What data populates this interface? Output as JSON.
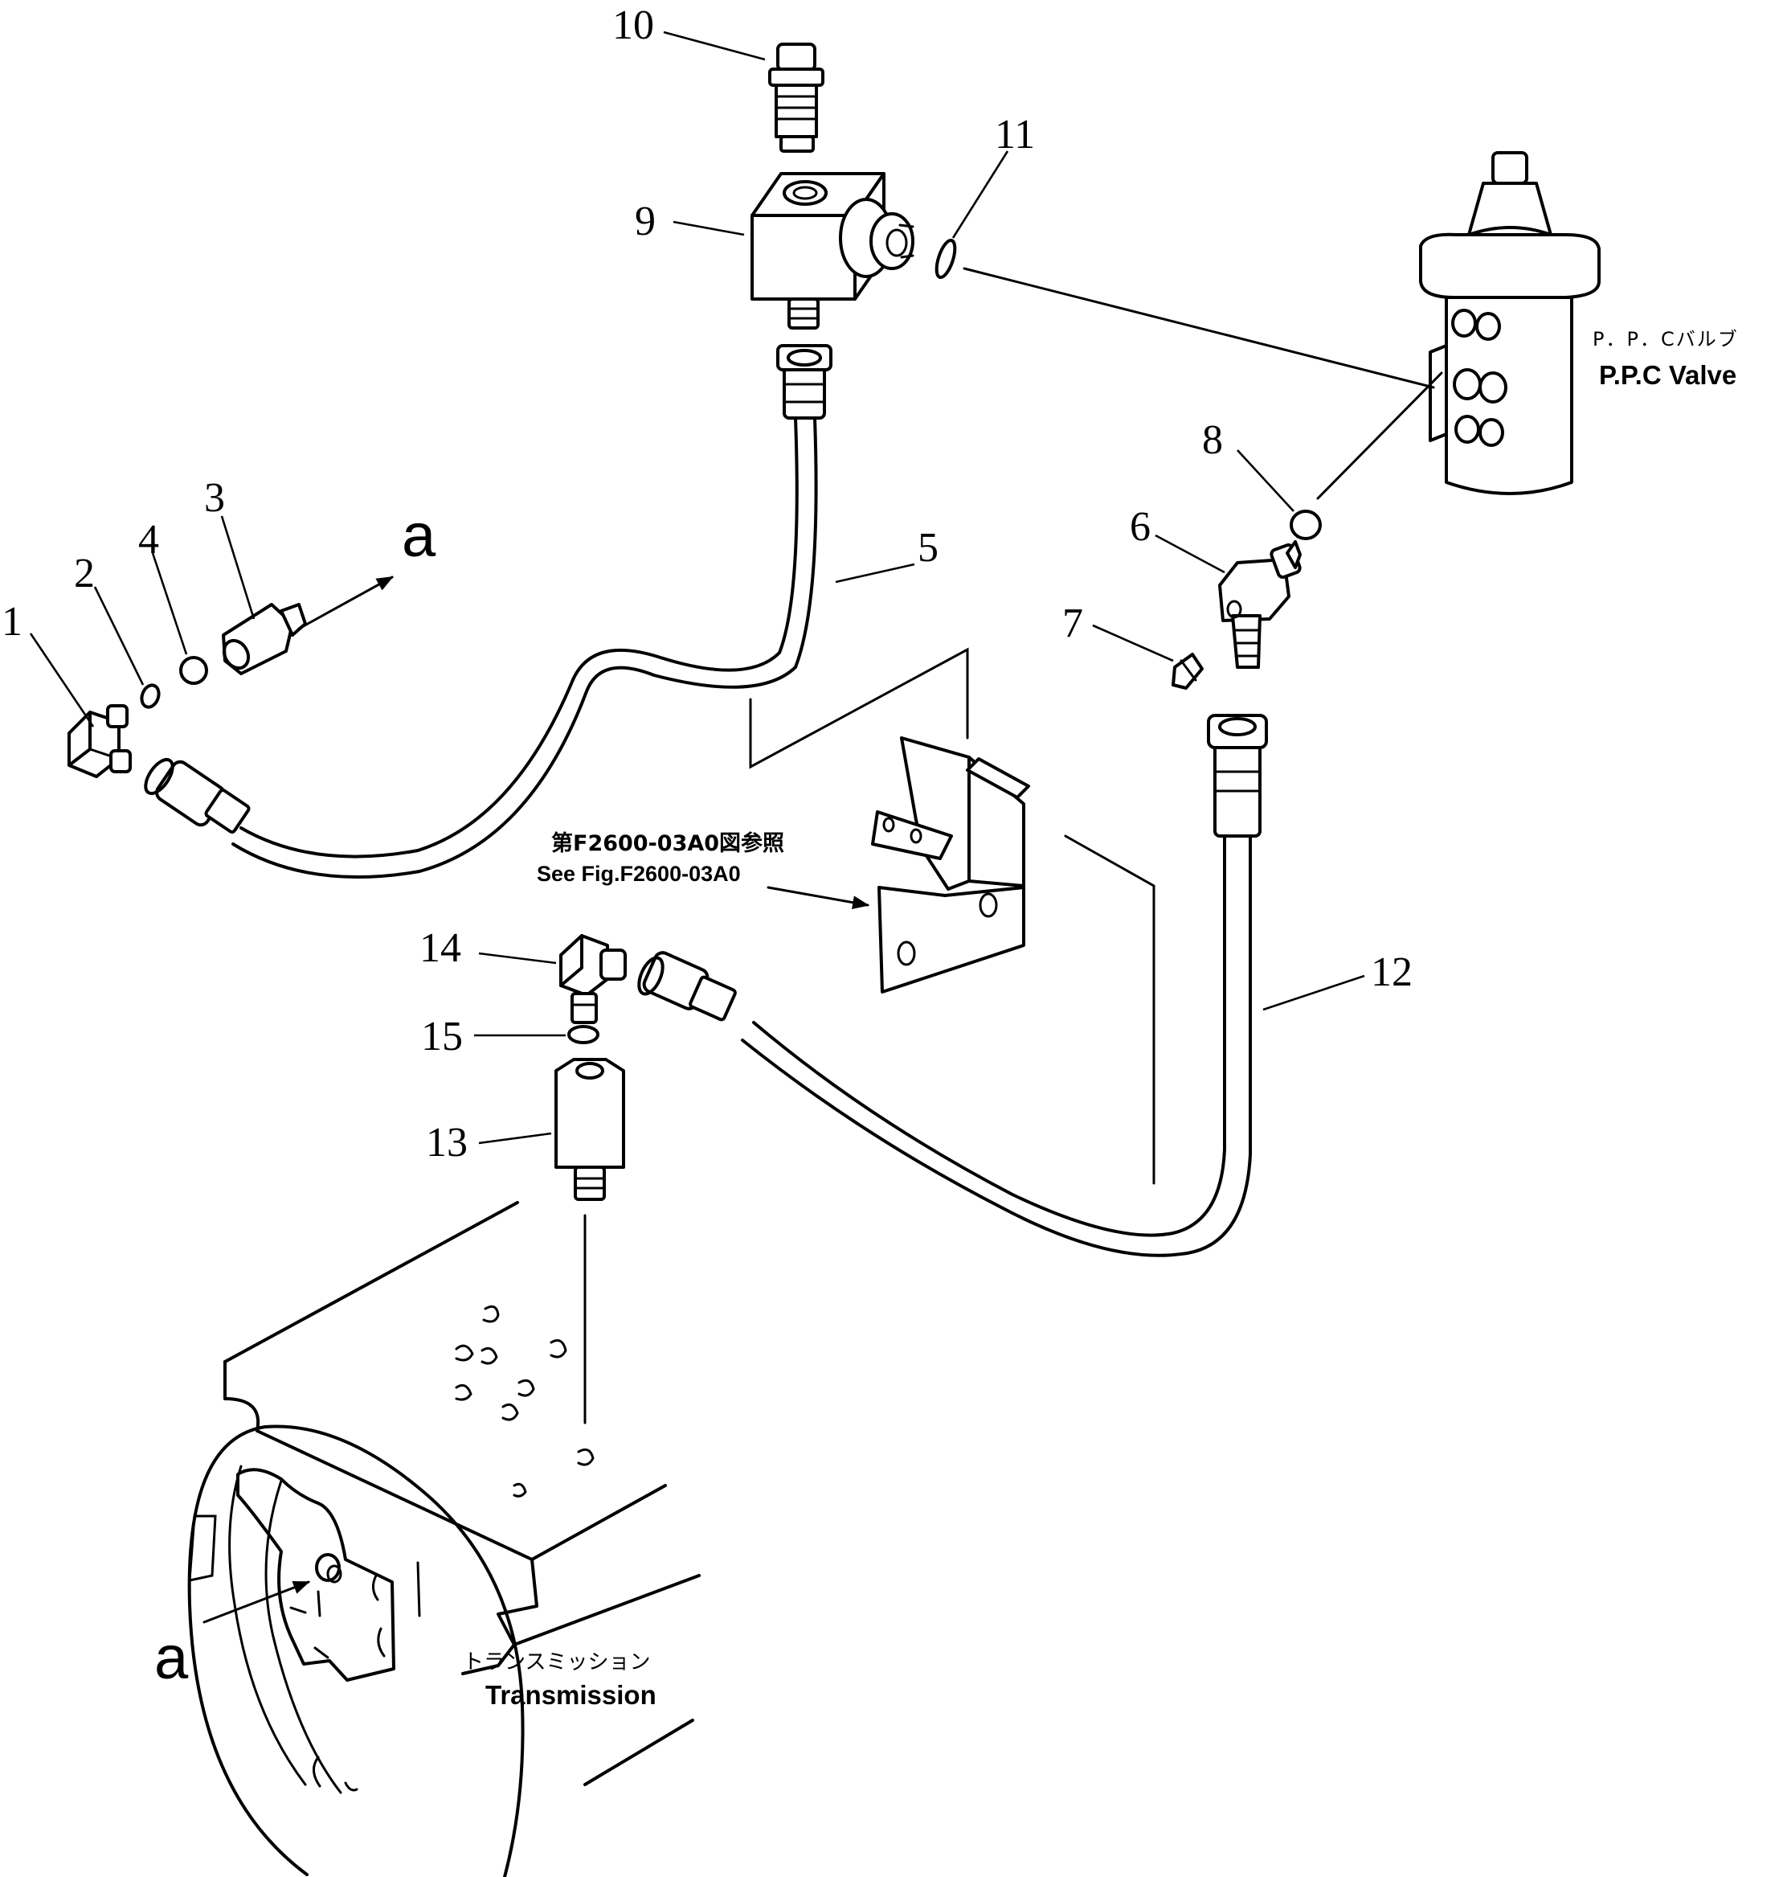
{
  "callouts": {
    "n1": "1",
    "n2": "2",
    "n3": "3",
    "n4": "4",
    "n5": "5",
    "n6": "6",
    "n7": "7",
    "n8": "8",
    "n9": "9",
    "n10": "10",
    "n11": "11",
    "n12": "12",
    "n13": "13",
    "n14": "14",
    "n15": "15"
  },
  "connection_marks": {
    "top": "a",
    "bottom": "a"
  },
  "ppc_valve": {
    "label_jp": "P．P．Cバルブ",
    "label_en": "P.P.C Valve"
  },
  "transmission": {
    "label_jp": "トランスミッション",
    "label_en": "Transmission"
  },
  "reference": {
    "label_jp": "第F2600-03A0図参照",
    "label_en": "See Fig.F2600-03A0"
  }
}
